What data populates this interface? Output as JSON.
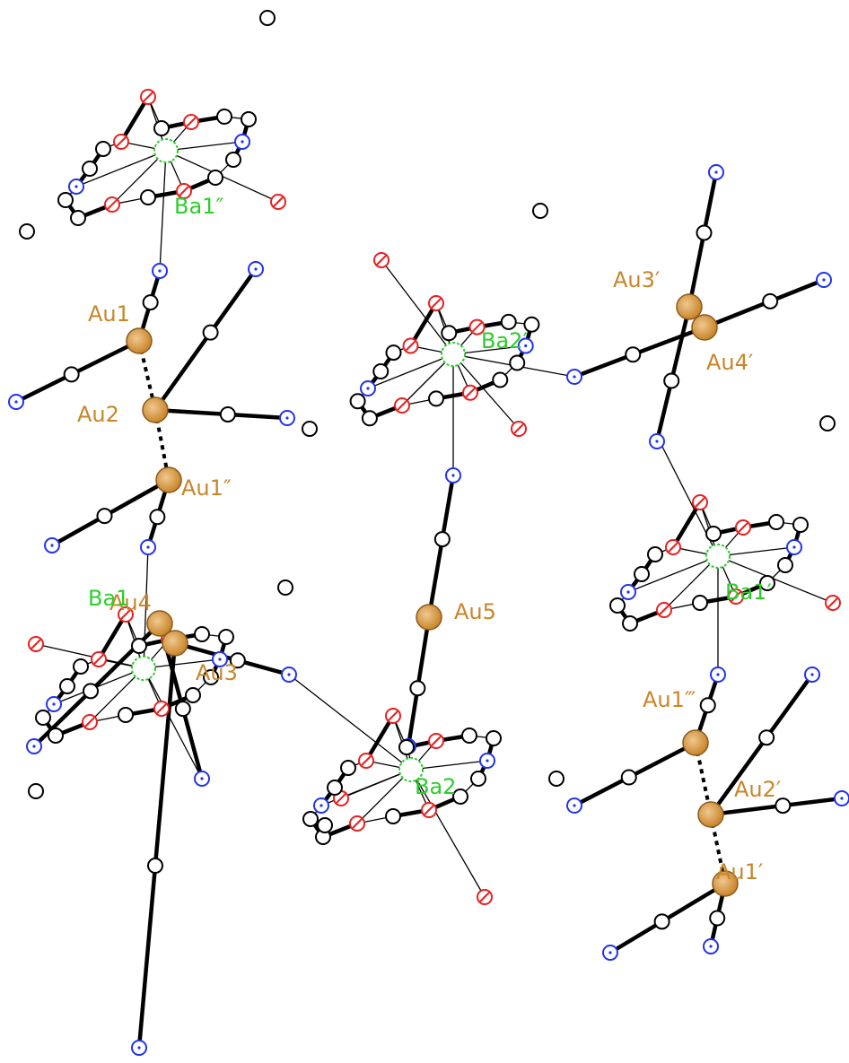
{
  "colors": {
    "gold_label": "#c8852a",
    "gold_fill": "#d9a066",
    "barium": "#2ecc2e",
    "nitrogen": "#2233ee",
    "oxygen": "#e82020",
    "carbon": "#000000",
    "bond": "#000000"
  },
  "labels": {
    "au1": "Au1",
    "au2": "Au2",
    "au1_dprime": "Au1″",
    "au3_prime": "Au3′",
    "au4_prime": "Au4′",
    "au5": "Au5",
    "au4": "Au4",
    "au3": "Au3",
    "au1_tprime": "Au1‴",
    "au2_prime": "Au2′",
    "au1_prime": "Au1′",
    "ba1_dprime": "Ba1″",
    "ba2_prime": "Ba2′",
    "ba1": "Ba1",
    "ba1_prime": "Ba1′",
    "ba2": "Ba2"
  }
}
